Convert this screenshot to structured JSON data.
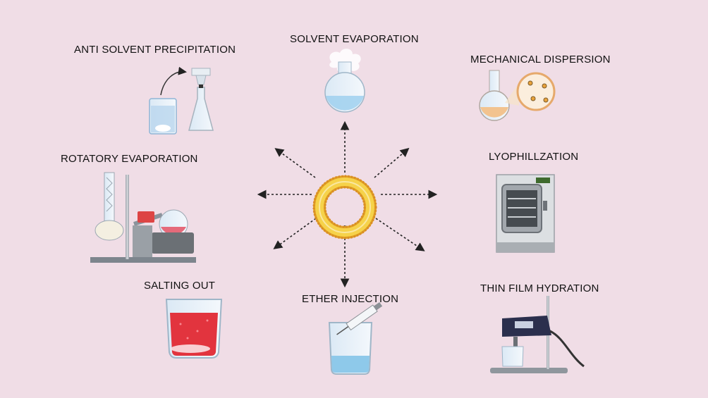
{
  "center": {
    "icon": "liposome-icon"
  },
  "methods": [
    {
      "label": "ANTI SOLVENT PRECIPITATION",
      "icon": "filtration-flask-beaker-icon"
    },
    {
      "label": "SOLVENT EVAPORATION",
      "icon": "round-flask-steam-icon"
    },
    {
      "label": "MECHANICAL DISPERSION",
      "icon": "flask-liposome-zoom-icon"
    },
    {
      "label": "ROTATORY EVAPORATION",
      "icon": "rotary-evaporator-icon"
    },
    {
      "label": "LYOPHILLZATION",
      "icon": "freeze-dryer-icon"
    },
    {
      "label": "SALTING OUT",
      "icon": "beaker-red-solution-icon"
    },
    {
      "label": "ETHER INJECTION",
      "icon": "syringe-beaker-icon"
    },
    {
      "label": "THIN FILM HYDRATION",
      "icon": "sonicator-icon"
    }
  ]
}
